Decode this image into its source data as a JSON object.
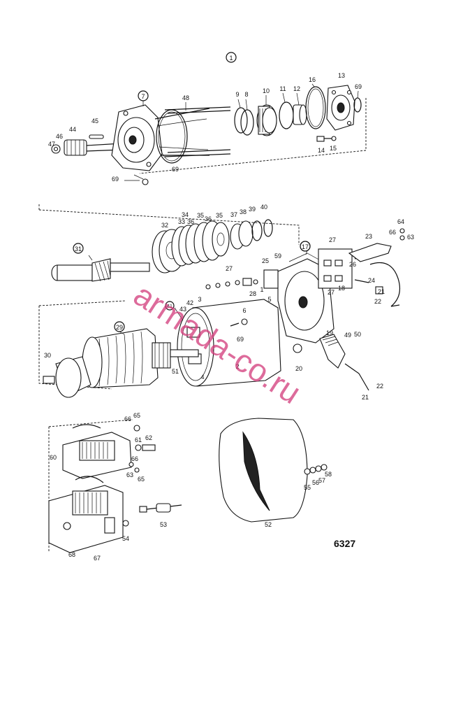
{
  "diagram": {
    "drawing_number": "6327",
    "watermark": "armada-co.ru",
    "callouts": [
      {
        "text": "1"
      },
      {
        "text": "7"
      },
      {
        "text": "48"
      },
      {
        "text": "9"
      },
      {
        "text": "8"
      },
      {
        "text": "10"
      },
      {
        "text": "11"
      },
      {
        "text": "12"
      },
      {
        "text": "16"
      },
      {
        "text": "13"
      },
      {
        "text": "69"
      },
      {
        "text": "45"
      },
      {
        "text": "44"
      },
      {
        "text": "46"
      },
      {
        "text": "47"
      },
      {
        "text": "14"
      },
      {
        "text": "15"
      },
      {
        "text": "69"
      },
      {
        "text": "69"
      },
      {
        "text": "34"
      },
      {
        "text": "32"
      },
      {
        "text": "33"
      },
      {
        "text": "36"
      },
      {
        "text": "35"
      },
      {
        "text": "36"
      },
      {
        "text": "35"
      },
      {
        "text": "37"
      },
      {
        "text": "38"
      },
      {
        "text": "39"
      },
      {
        "text": "40"
      },
      {
        "text": "64"
      },
      {
        "text": "66"
      },
      {
        "text": "63"
      },
      {
        "text": "27"
      },
      {
        "text": "23"
      },
      {
        "text": "31"
      },
      {
        "text": "59"
      },
      {
        "text": "17"
      },
      {
        "text": "27"
      },
      {
        "text": "25"
      },
      {
        "text": "26"
      },
      {
        "text": "28"
      },
      {
        "text": "1"
      },
      {
        "text": "5"
      },
      {
        "text": "18"
      },
      {
        "text": "27"
      },
      {
        "text": "24"
      },
      {
        "text": "21"
      },
      {
        "text": "22"
      },
      {
        "text": "41"
      },
      {
        "text": "42"
      },
      {
        "text": "3"
      },
      {
        "text": "43"
      },
      {
        "text": "6"
      },
      {
        "text": "29"
      },
      {
        "text": "69"
      },
      {
        "text": "19"
      },
      {
        "text": "49"
      },
      {
        "text": "50"
      },
      {
        "text": "30"
      },
      {
        "text": "51"
      },
      {
        "text": "4"
      },
      {
        "text": "2"
      },
      {
        "text": "20"
      },
      {
        "text": "22"
      },
      {
        "text": "21"
      },
      {
        "text": "66"
      },
      {
        "text": "65"
      },
      {
        "text": "61"
      },
      {
        "text": "62"
      },
      {
        "text": "60"
      },
      {
        "text": "66"
      },
      {
        "text": "63"
      },
      {
        "text": "65"
      },
      {
        "text": "58"
      },
      {
        "text": "57"
      },
      {
        "text": "56"
      },
      {
        "text": "55"
      },
      {
        "text": "53"
      },
      {
        "text": "54"
      },
      {
        "text": "68"
      },
      {
        "text": "67"
      },
      {
        "text": "52"
      }
    ]
  }
}
